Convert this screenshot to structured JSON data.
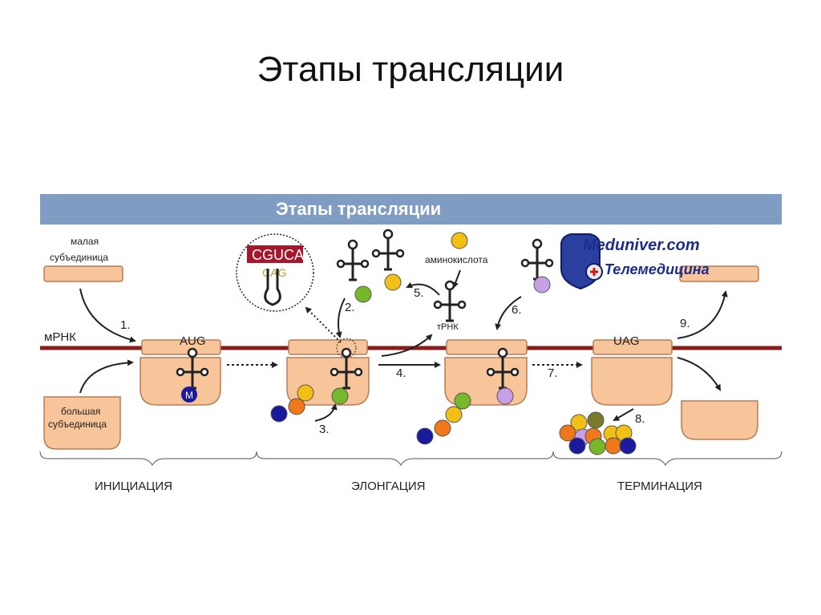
{
  "slide": {
    "title": "Этапы трансляции"
  },
  "banner": {
    "title": "Этапы трансляции"
  },
  "labels": {
    "small_subunit_line1": "малая",
    "small_subunit_line2": "субъединица",
    "large_subunit_line1": "большая",
    "large_subunit_line2": "субъединица",
    "mrna": "мРНК",
    "amino_acid": "аминокислота",
    "trna": "тРНК",
    "codon_seq": "CGUCA",
    "anticodon_seq": "CAG",
    "methionine": "M"
  },
  "codons": {
    "start": "AUG",
    "stop": "UAG"
  },
  "steps": [
    "1.",
    "2.",
    "3.",
    "4.",
    "5.",
    "6.",
    "7.",
    "8.",
    "9."
  ],
  "phases": {
    "initiation": "ИНИЦИАЦИЯ",
    "elongation": "ЭЛОНГАЦИЯ",
    "termination": "ТЕРМИНАЦИЯ"
  },
  "watermark": {
    "line1": "Meduniver.com",
    "line2": "Телемедицина"
  },
  "colors": {
    "banner": "#7f9cc3",
    "ribosome": "#f8c49a",
    "ribosome_stroke": "#b87c55",
    "mrna": "#8b1a1a",
    "codon_red": "#a3182c",
    "aa_yellow": "#f2c014",
    "aa_green": "#76b82a",
    "aa_orange": "#f07818",
    "aa_blue": "#1a1a9e",
    "aa_lilac": "#c8a0e8",
    "aa_olive": "#7a7a2a"
  }
}
